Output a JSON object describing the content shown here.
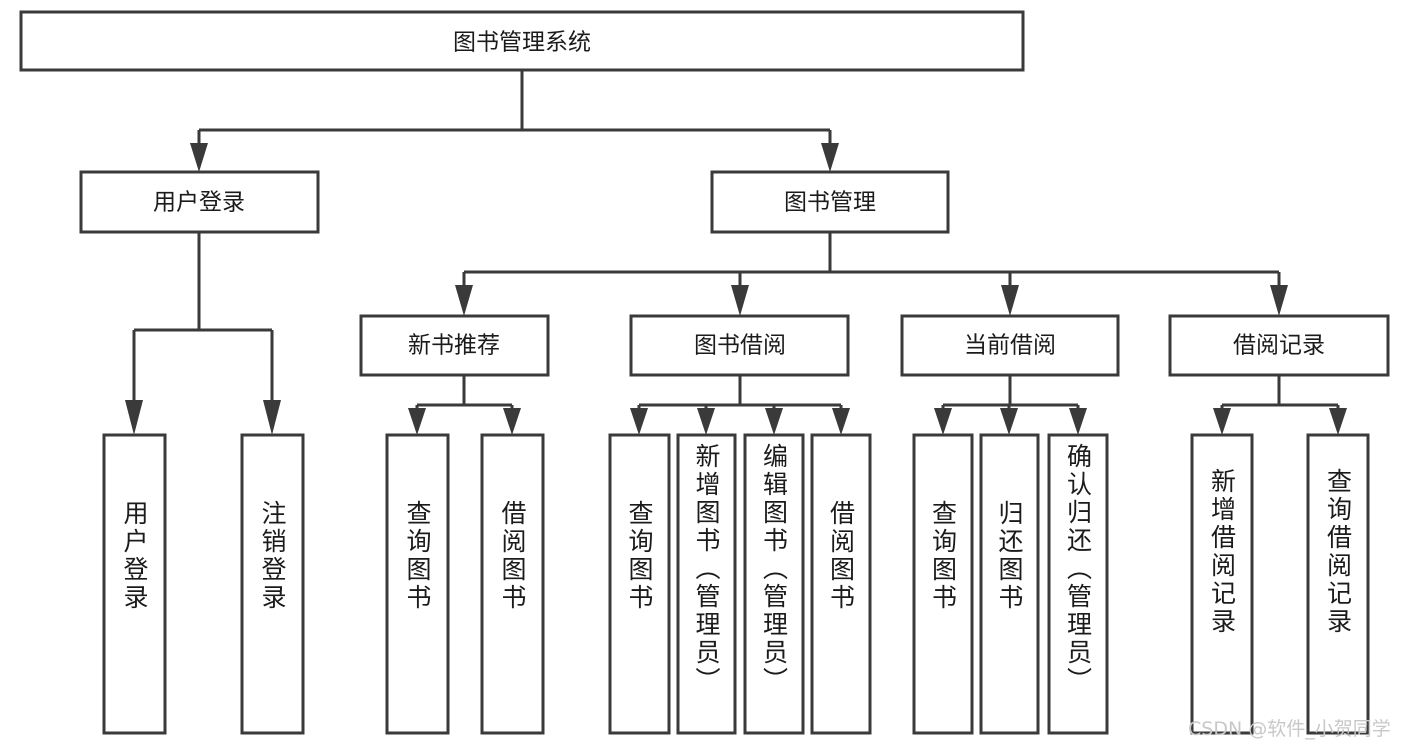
{
  "diagram": {
    "type": "tree-hierarchy",
    "title": "图书管理系统",
    "orientation": "top-down",
    "colors": {
      "stroke": "#3a3a3a",
      "fill": "#ffffff",
      "text": "#1b1b1b",
      "watermark": "#c8c8c8",
      "background": "#ffffff"
    },
    "root": {
      "label": "图书管理系统"
    },
    "level2": [
      {
        "label": "用户登录"
      },
      {
        "label": "图书管理"
      }
    ],
    "level3": [
      {
        "label": "新书推荐"
      },
      {
        "label": "图书借阅"
      },
      {
        "label": "当前借阅"
      },
      {
        "label": "借阅记录"
      }
    ],
    "leaves": {
      "user_login": [
        {
          "label": "用户登录"
        },
        {
          "label": "注销登录"
        }
      ],
      "new_book": [
        {
          "label": "查询图书"
        },
        {
          "label": "借阅图书"
        }
      ],
      "book_borrow": [
        {
          "label": "查询图书"
        },
        {
          "label": "新增图书（管理员）"
        },
        {
          "label": "编辑图书（管理员）"
        },
        {
          "label": "借阅图书"
        }
      ],
      "current_borrow": [
        {
          "label": "查询图书"
        },
        {
          "label": "归还图书"
        },
        {
          "label": "确认归还（管理员）"
        }
      ],
      "borrow_record": [
        {
          "label": "新增借阅记录"
        },
        {
          "label": "查询借阅记录"
        }
      ]
    },
    "watermark": "CSDN @软件_小贺同学"
  }
}
